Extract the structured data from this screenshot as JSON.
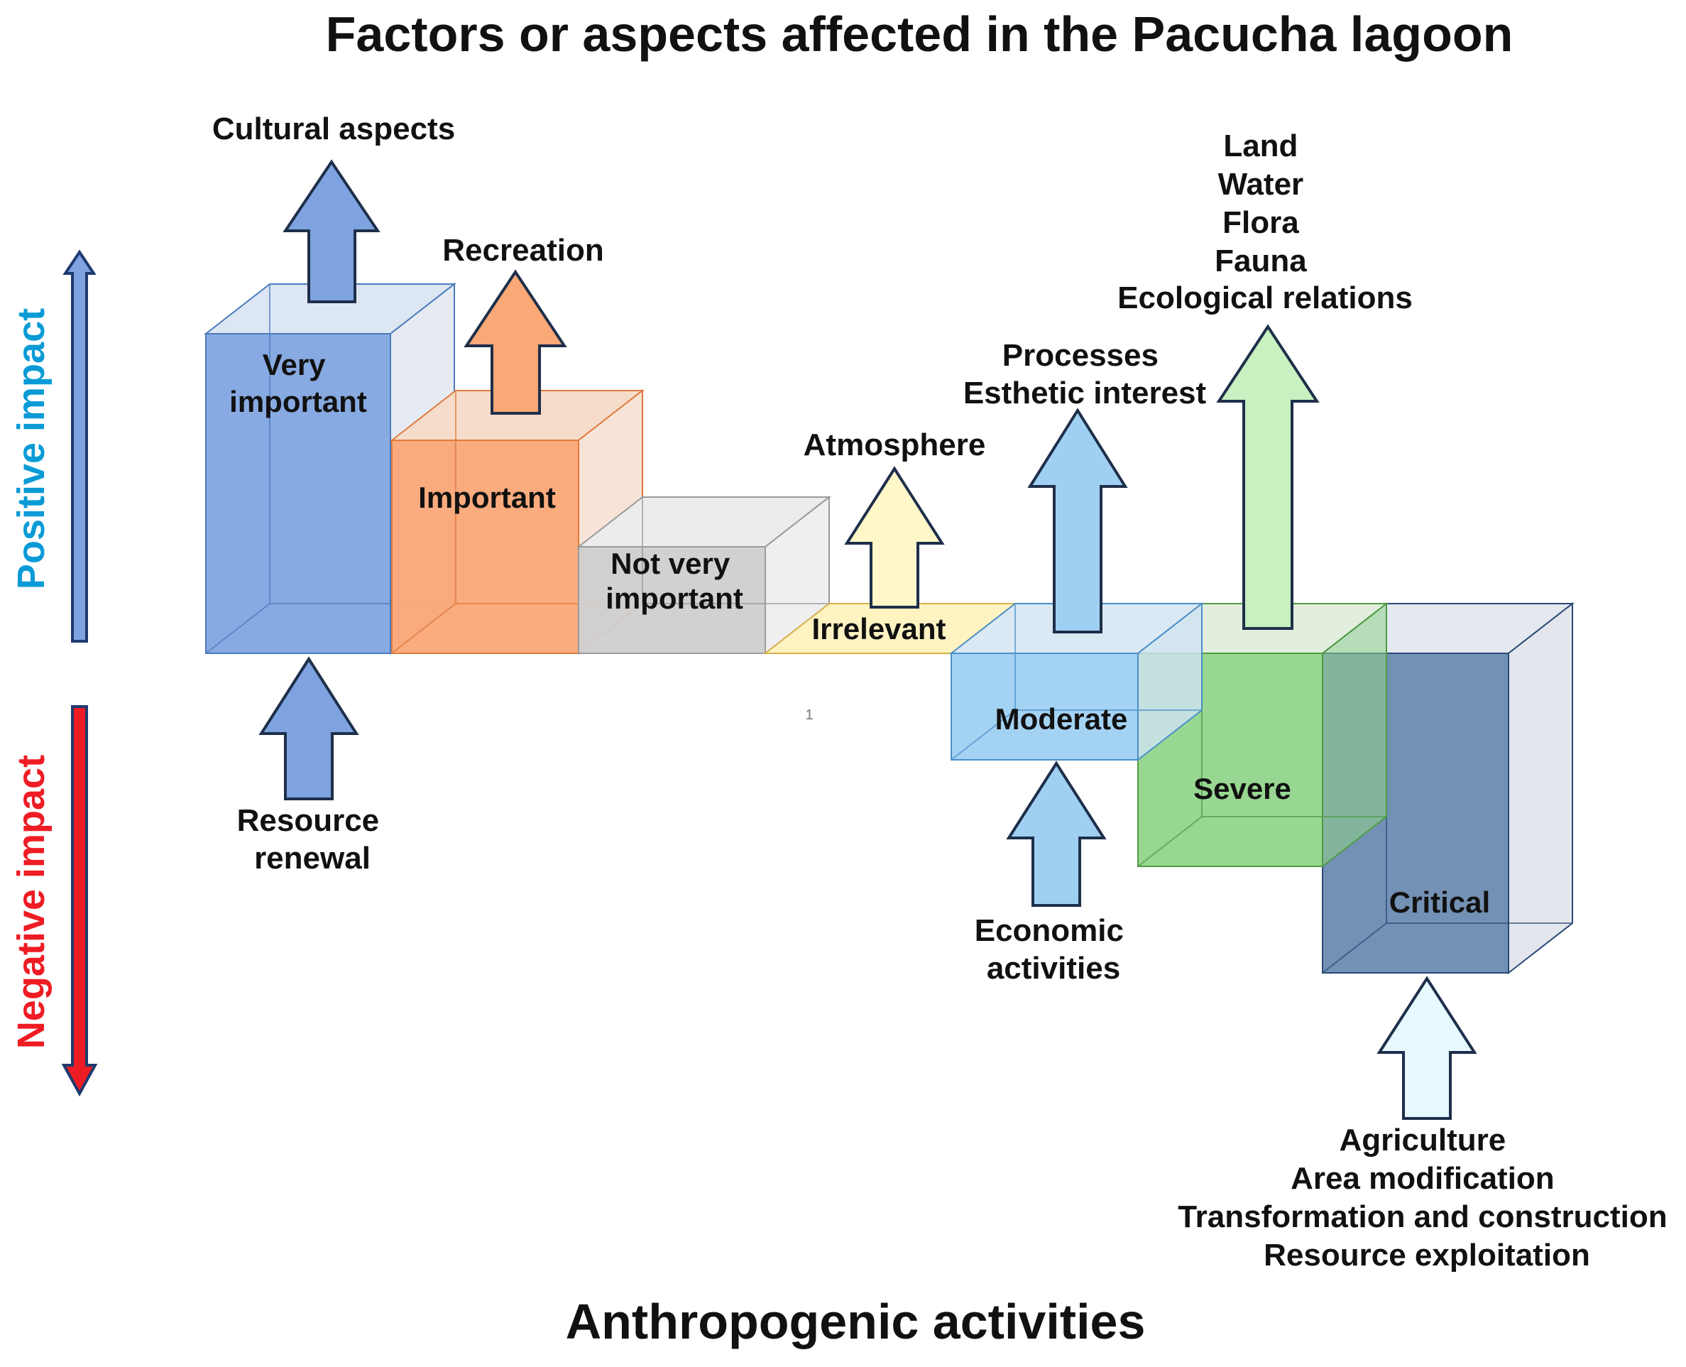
{
  "title": "Factors or aspects affected in the Pacucha lagoon",
  "footer": "Anthropogenic activities",
  "axis": {
    "positive": "Positive impact",
    "negative": "Negative impact",
    "positive_color": "#0a9bd6",
    "negative_color": "#ee1c24"
  },
  "categories": {
    "very_important": [
      "Very",
      "important"
    ],
    "important": "Important",
    "not_very_important": [
      "Not very",
      "important"
    ],
    "irrelevant": "Irrelevant",
    "moderate": "Moderate",
    "severe": "Severe",
    "critical": "Critical"
  },
  "factors": {
    "cultural": "Cultural aspects",
    "recreation": "Recreation",
    "atmosphere": "Atmosphere",
    "processes": [
      "Processes",
      "Esthetic interest"
    ],
    "land_group": [
      "Land",
      "Water",
      "Flora",
      "Fauna",
      "Ecological relations"
    ],
    "resource_renewal": [
      "Resource",
      "renewal"
    ],
    "economic": [
      "Economic",
      "activities"
    ],
    "agriculture_group": [
      "Agriculture",
      "Area modification",
      "Transformation and construction",
      "Resource exploitation"
    ]
  },
  "marker": "1",
  "colors": {
    "very_important": "#7ea3e0",
    "important": "#fba877",
    "not_very_important": "#cfcfcf",
    "irrelevant": "#fff3c2",
    "moderate": "#9fd0f2",
    "severe": "#8fd488",
    "critical": "#6b8bb0"
  }
}
